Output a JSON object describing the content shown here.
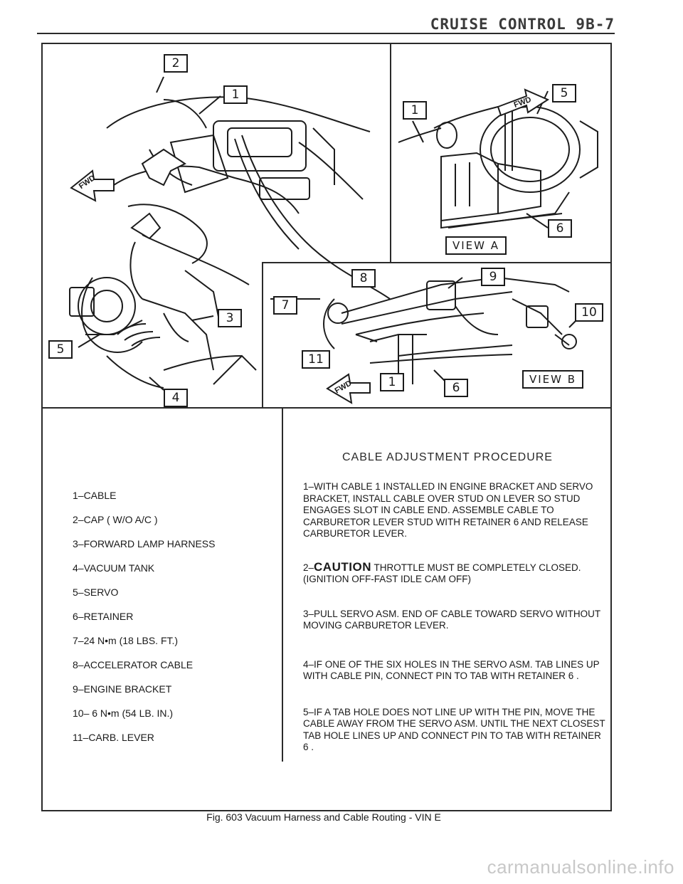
{
  "header": {
    "title": "CRUISE CONTROL 9B-7"
  },
  "figure": {
    "callouts": [
      "2",
      "1",
      "5",
      "1",
      "6",
      "8",
      "9",
      "7",
      "10",
      "11",
      "1",
      "6",
      "3",
      "5",
      "4"
    ],
    "fwd_labels": [
      "FWD",
      "FWD",
      "FWD"
    ],
    "view_a": "VIEW A",
    "view_b": "VIEW B"
  },
  "legend": {
    "items": [
      "1–CABLE",
      "2–CAP ( W/O A/C )",
      "3–FORWARD LAMP HARNESS",
      "4–VACUUM TANK",
      "5–SERVO",
      "6–RETAINER",
      "7–24 N•m (18 LBS. FT.)",
      "8–ACCELERATOR CABLE",
      "9–ENGINE BRACKET",
      "10– 6 N•m (54 LB. IN.)",
      "11–CARB. LEVER"
    ]
  },
  "procedure": {
    "title": "CABLE ADJUSTMENT PROCEDURE",
    "steps": [
      {
        "num": "1–",
        "text": "WITH CABLE 1 INSTALLED IN ENGINE BRACKET AND SERVO BRACKET, INSTALL CABLE OVER STUD ON LEVER SO STUD ENGAGES SLOT IN CABLE END. ASSEMBLE CABLE TO CARBURETOR LEVER STUD WITH RETAINER 6 AND RELEASE CARBURETOR LEVER."
      },
      {
        "num": "2–",
        "caution": "CAUTION",
        "text": "THROTTLE MUST BE COMPLETELY CLOSED. (IGNITION OFF-FAST IDLE CAM OFF)"
      },
      {
        "num": "3–",
        "text": "PULL SERVO ASM. END OF CABLE TOWARD SERVO WITHOUT MOVING CARBURETOR LEVER."
      },
      {
        "num": "4–",
        "text": "IF ONE OF THE SIX HOLES IN THE SERVO ASM. TAB LINES UP WITH CABLE PIN, CONNECT PIN TO TAB WITH RETAINER 6 ."
      },
      {
        "num": "5–",
        "text": "IF A TAB HOLE DOES NOT LINE UP WITH THE PIN, MOVE THE CABLE AWAY FROM THE SERVO ASM. UNTIL THE NEXT CLOSEST TAB HOLE LINES UP AND CONNECT PIN TO TAB WITH RETAINER 6 ."
      }
    ]
  },
  "caption": "Fig. 603 Vacuum Harness and Cable Routing - VIN E",
  "watermark": "carmanualsonline.info"
}
